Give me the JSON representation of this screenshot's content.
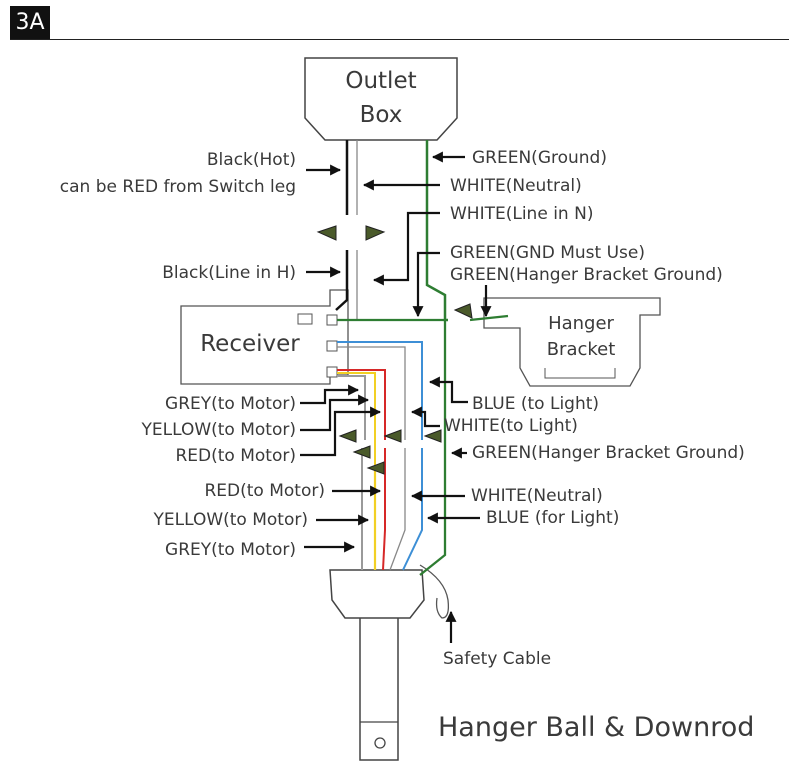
{
  "step_label": "3A",
  "outlet_box": {
    "line1": "Outlet",
    "line2": "Box"
  },
  "receiver": "Receiver",
  "hanger_bracket": {
    "line1": "Hanger",
    "line2": "Bracket"
  },
  "title": "Hanger Ball & Downrod",
  "labels": {
    "black_hot": "Black(Hot)",
    "red_switch": "can be RED from Switch leg",
    "green_ground": "GREEN(Ground)",
    "white_neutral_top": "WHITE(Neutral)",
    "white_line_n": "WHITE(Line in N)",
    "green_gnd_must": "GREEN(GND Must Use)",
    "green_hanger_top": "GREEN(Hanger Bracket Ground)",
    "black_line_h": "Black(Line in H)",
    "grey_motor_1": "GREY(to Motor)",
    "yellow_motor_1": "YELLOW(to Motor)",
    "red_motor_1": "RED(to Motor)",
    "blue_light": "BLUE (to Light)",
    "white_light": "WHITE(to Light)",
    "green_hanger_mid": "GREEN(Hanger Bracket Ground)",
    "red_motor_2": "RED(to Motor)",
    "white_neutral_low": "WHITE(Neutral)",
    "yellow_motor_2": "YELLOW(to Motor)",
    "blue_for_light": "BLUE (for Light)",
    "grey_motor_2": "GREY(to Motor)",
    "safety_cable": "Safety Cable"
  },
  "colors": {
    "green": "#2e7d32",
    "blue": "#3d8fd6",
    "red": "#d62828",
    "yellow": "#f2d024",
    "grey": "#9a9a9a",
    "black": "#111111"
  }
}
